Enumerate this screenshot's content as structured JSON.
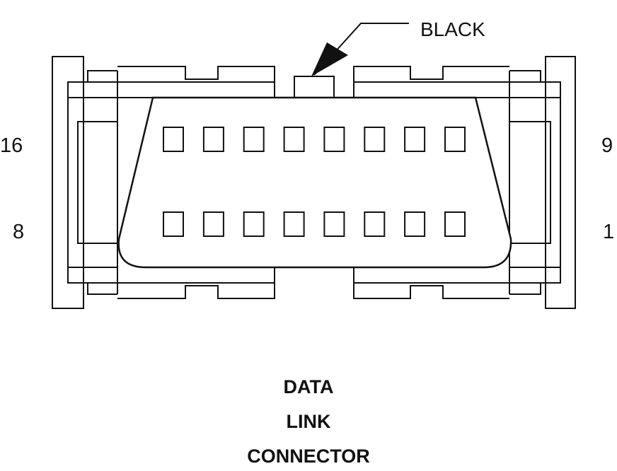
{
  "labels": {
    "wire_color": "BLACK",
    "pin_top_left": "16",
    "pin_bottom_left": "8",
    "pin_top_right": "9",
    "pin_bottom_right": "1"
  },
  "title": {
    "line1": "DATA",
    "line2": "LINK",
    "line3": "CONNECTOR"
  },
  "connector": {
    "pins_per_row": 8,
    "rows": 2
  },
  "colors": {
    "line": "#111111",
    "background": "#ffffff"
  }
}
